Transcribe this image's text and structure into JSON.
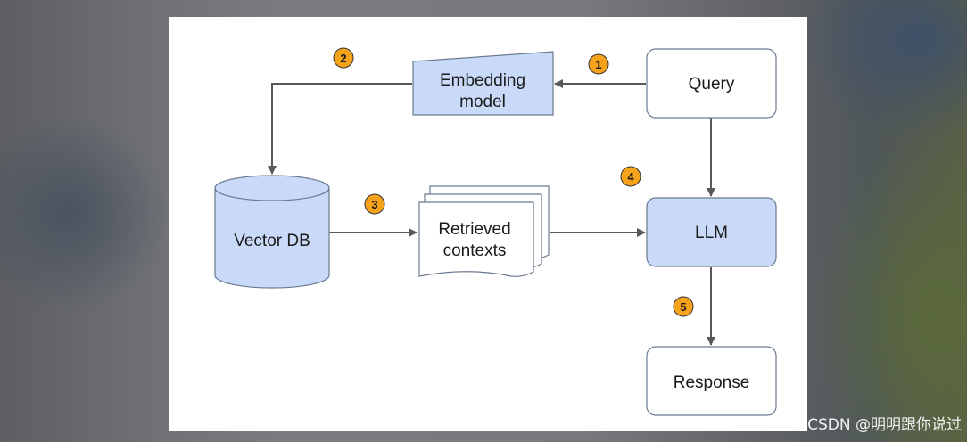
{
  "nodes": {
    "query": "Query",
    "embedding_model_line1": "Embedding",
    "embedding_model_line2": "model",
    "vector_db": "Vector DB",
    "retrieved_contexts_line1": "Retrieved",
    "retrieved_contexts_line2": "contexts",
    "llm": "LLM",
    "response": "Response"
  },
  "steps": [
    "1",
    "2",
    "3",
    "4",
    "5"
  ],
  "colors": {
    "node_fill_blue": "#c9daf8",
    "node_stroke": "#6b7a8f",
    "badge_fill": "#f7a21b",
    "arrow": "#595959"
  },
  "watermark": "CSDN @明明跟你说过"
}
